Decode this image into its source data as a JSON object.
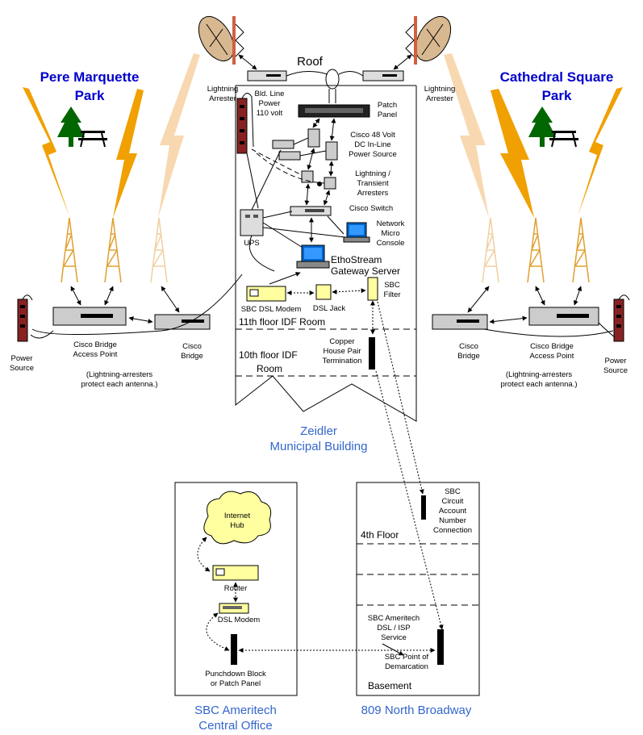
{
  "parks": {
    "left": {
      "line1": "Pere Marquette",
      "line2": "Park"
    },
    "right": {
      "line1": "Cathedral Square",
      "line2": "Park"
    }
  },
  "building": {
    "roof": "Roof",
    "name_line1": "Zeidler",
    "name_line2": "Municipal Building",
    "floor11": "11th floor IDF Room",
    "floor10_line1": "10th floor IDF",
    "floor10_line2": "Room"
  },
  "labels": {
    "lightning_arrester_left_1": "Lightning",
    "lightning_arrester_left_2": "Arrester",
    "lightning_arrester_right_1": "Lightning",
    "lightning_arrester_right_2": "Arrester",
    "bld_power_1": "Bld. Line",
    "bld_power_2": "Power",
    "bld_power_3": "110 volt",
    "patch_panel_1": "Patch",
    "patch_panel_2": "Panel",
    "cisco48_1": "Cisco 48 Volt",
    "cisco48_2": "DC In-Line",
    "cisco48_3": "Power Source",
    "transient_1": "Lightning /",
    "transient_2": "Transient",
    "transient_3": "Arresters",
    "cisco_switch": "Cisco Switch",
    "micro_console_1": "Network",
    "micro_console_2": "Micro",
    "micro_console_3": "Console",
    "ups": "UPS",
    "gateway_1": "EthoStream",
    "gateway_2": "Gateway Server",
    "sbc_dsl_modem": "SBC DSL Modem",
    "dsl_jack": "DSL Jack",
    "sbc_filter_1": "SBC",
    "sbc_filter_2": "Filter",
    "copper_1": "Copper",
    "copper_2": "House Pair",
    "copper_3": "Termination",
    "left_bridge_ap_1": "Cisco Bridge",
    "left_bridge_ap_2": "Access Point",
    "left_bridge_1": "Cisco",
    "left_bridge_2": "Bridge",
    "left_power_1": "Power",
    "left_power_2": "Source",
    "left_note_1": "(Lightning-arresters",
    "left_note_2": "protect each antenna.)",
    "right_bridge_ap_1": "Cisco Bridge",
    "right_bridge_ap_2": "Access Point",
    "right_bridge_1": "Cisco",
    "right_bridge_2": "Bridge",
    "right_power_1": "Power",
    "right_power_2": "Source",
    "right_note_1": "(Lightning-arresters",
    "right_note_2": "protect each antenna.)"
  },
  "central_office": {
    "title_1": "SBC Ameritech",
    "title_2": "Central Office",
    "internet_hub_1": "Internet",
    "internet_hub_2": "Hub",
    "router": "Router",
    "dsl_modem": "DSL Modem",
    "punchdown_1": "Punchdown Block",
    "punchdown_2": "or Patch Panel"
  },
  "broadway": {
    "title": "809 North Broadway",
    "circuit_1": "SBC",
    "circuit_2": "Circuit",
    "circuit_3": "Account",
    "circuit_4": "Number",
    "circuit_5": "Connection",
    "floor4": "4th Floor",
    "service_1": "SBC Ameritech",
    "service_2": "DSL / ISP",
    "service_3": "Service",
    "demarc_1": "SBC Point of",
    "demarc_2": "Demarcation",
    "basement": "Basement"
  },
  "colors": {
    "park_title": "#0000cc",
    "caption_blue": "#3366cc",
    "lightning": "#f0a000",
    "tree": "#006600",
    "tower": "#e0a030",
    "hub_fill": "#ffffa0",
    "power_strip": "#882222"
  }
}
